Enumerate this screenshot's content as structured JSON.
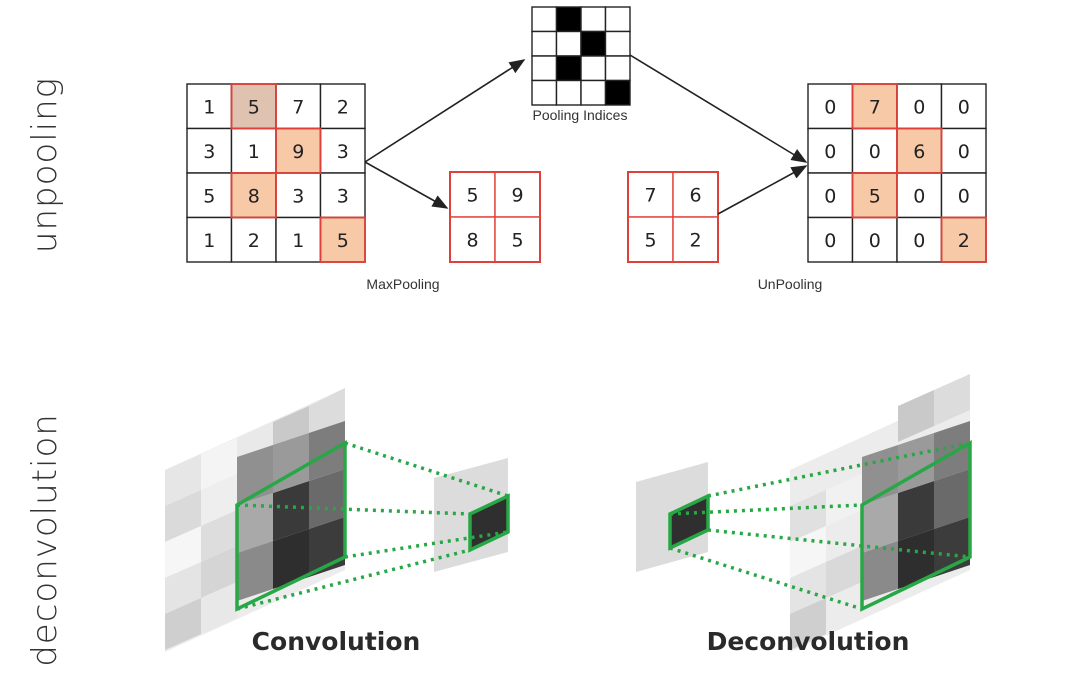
{
  "labels": {
    "unpooling": "unpooling",
    "deconvolution": "deconvolution",
    "pooling_indices": "Pooling Indices",
    "maxpooling": "MaxPooling",
    "unpooling_caption": "UnPooling",
    "convolution": "Convolution",
    "deconvolution_caption": "Deconvolution"
  },
  "maxpool_input": [
    [
      1,
      5,
      7,
      2
    ],
    [
      3,
      1,
      9,
      3
    ],
    [
      5,
      8,
      3,
      3
    ],
    [
      1,
      2,
      1,
      5
    ]
  ],
  "maxpool_highlight": [
    [
      0,
      1
    ],
    [
      1,
      2
    ],
    [
      2,
      1
    ],
    [
      3,
      3
    ]
  ],
  "maxpool_output": [
    [
      5,
      9
    ],
    [
      8,
      5
    ]
  ],
  "pooling_indices": [
    [
      0,
      1,
      0,
      0
    ],
    [
      0,
      0,
      1,
      0
    ],
    [
      0,
      1,
      0,
      0
    ],
    [
      0,
      0,
      0,
      1
    ]
  ],
  "unpool_input": [
    [
      7,
      6
    ],
    [
      5,
      2
    ]
  ],
  "unpool_output": [
    [
      0,
      7,
      0,
      0
    ],
    [
      0,
      0,
      6,
      0
    ],
    [
      0,
      5,
      0,
      0
    ],
    [
      0,
      0,
      0,
      2
    ]
  ],
  "unpool_highlight": [
    [
      0,
      1
    ],
    [
      1,
      2
    ],
    [
      2,
      1
    ],
    [
      3,
      3
    ]
  ],
  "colors": {
    "highlight_fill": "#f8c9a6",
    "highlight_fill_alt": "#e0c2b0",
    "red_border": "#e0403a",
    "green": "#27a745",
    "grid_line": "#222222"
  }
}
